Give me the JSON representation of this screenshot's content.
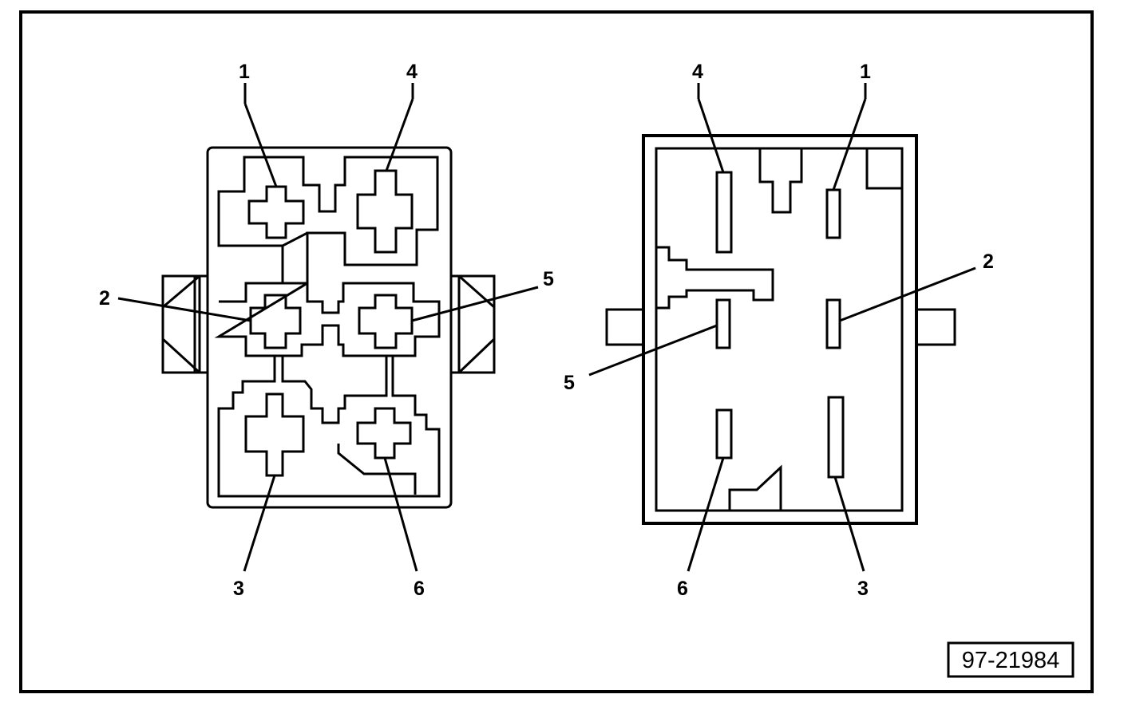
{
  "figure_number": "97-21984",
  "left_connector": {
    "pins": [
      "1",
      "4",
      "2",
      "5",
      "3",
      "6"
    ]
  },
  "right_connector": {
    "pins": [
      "4",
      "1",
      "2",
      "5",
      "6",
      "3"
    ]
  }
}
